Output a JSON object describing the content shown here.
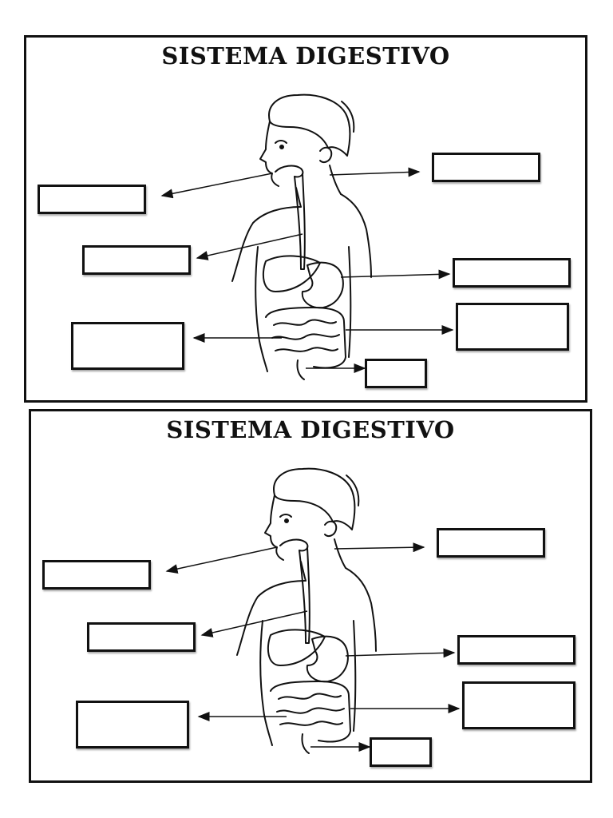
{
  "worksheets": [
    {
      "title": "SISTEMA DIGESTIVO"
    },
    {
      "title": "SISTEMA DIGESTIVO"
    }
  ],
  "label_boxes_per_sheet": 7,
  "colors": {
    "ink": "#111111",
    "paper": "#ffffff"
  }
}
